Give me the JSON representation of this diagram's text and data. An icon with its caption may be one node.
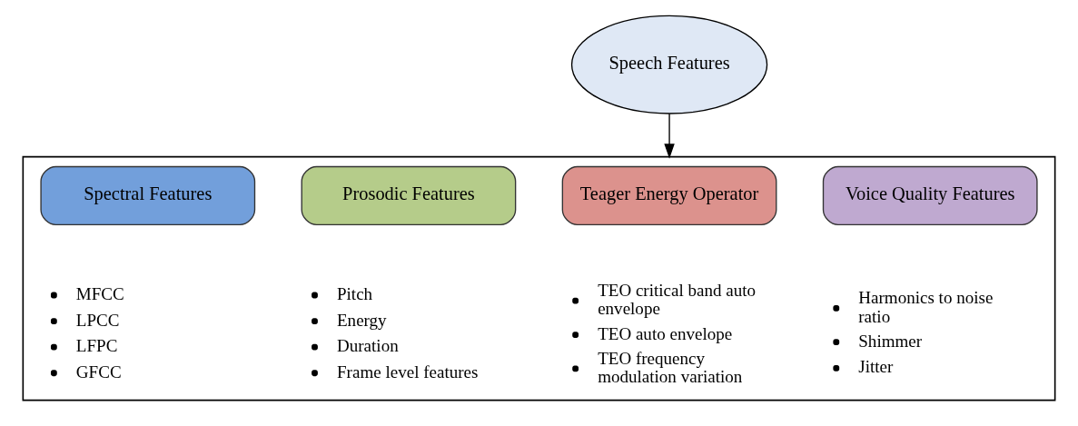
{
  "diagram": {
    "nodes": [
      {
        "text": [
          "Speech Features"
        ]
      },
      {
        "text": [],
        "shape": "box"
      },
      {
        "text": [
          "Spectral Features"
        ],
        "in": 1,
        "beside": [
          "MFCC",
          "LPCC",
          "LFPC",
          "GFCC"
        ]
      },
      {
        "text": [
          "Prosodic Features"
        ],
        "in": 1,
        "beside": [
          "Pitch",
          "Energy",
          "Duration",
          "Frame level features"
        ]
      },
      {
        "text": [
          "Teager Energy Operator"
        ],
        "in": 1,
        "beside": [
          "TEO critical band auto envelope",
          "TEO auto envelope",
          "TEO frequency modulation variation"
        ]
      },
      {
        "text": [
          "Voice Quality Features"
        ],
        "in": 1,
        "beside": [
          "Harmonics to noise ratio",
          "Shimmer",
          "Jitter"
        ]
      }
    ],
    "edges": [
      {
        "from": 0,
        "to": 1,
        "arrow": "to"
      }
    ]
  }
}
